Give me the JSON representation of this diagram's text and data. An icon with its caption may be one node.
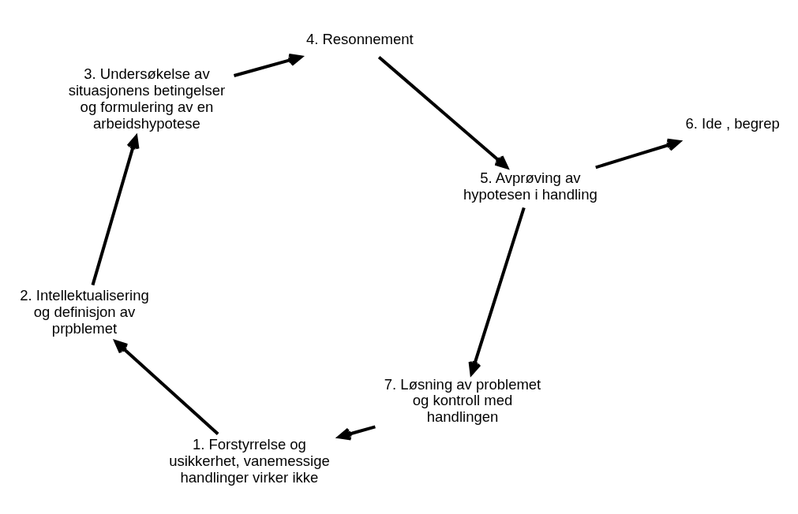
{
  "diagram": {
    "nodes": [
      {
        "text": [
          "6. Ide , begrep"
        ]
      },
      {
        "text": [
          "7. Løsning av problemet og kontroll med handlingen"
        ]
      },
      {
        "text": [
          "1. Forstyrrelse og usikkerhet, vanemessige handlinger virker ikke"
        ]
      },
      {
        "text": [
          "2. Intellektualisering og definisjon av prpblemet"
        ]
      },
      {
        "text": [
          "3. Undersøkelse av situasjonens betingelser og formulering av en arbeidshypotese"
        ]
      },
      {
        "text": [
          "4. Resonnement"
        ]
      },
      {
        "text": [
          "5. Avprøving av hypotesen i handling"
        ]
      }
    ],
    "edges": [
      {
        "from": 1,
        "to": 2,
        "arrow": "to"
      },
      {
        "from": 2,
        "to": 3,
        "arrow": "to"
      },
      {
        "from": 3,
        "to": 4,
        "arrow": "to"
      },
      {
        "from": 4,
        "to": 5,
        "arrow": "to"
      },
      {
        "from": 5,
        "to": 6,
        "arrow": "to"
      },
      {
        "from": 6,
        "to": 1,
        "arrow": "to"
      },
      {
        "from": 6,
        "to": 0,
        "arrow": "to"
      }
    ]
  }
}
